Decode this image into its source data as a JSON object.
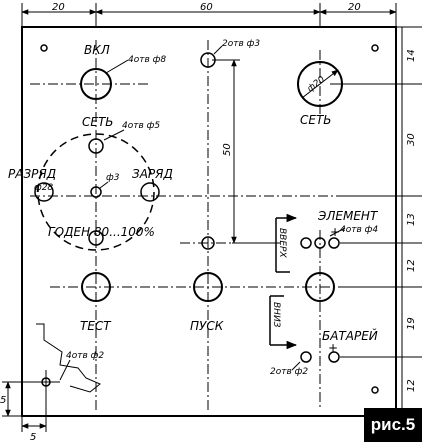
{
  "dimensions": {
    "top": [
      "20",
      "60",
      "20"
    ],
    "right": [
      "14",
      "30",
      "13",
      "12",
      "19",
      "12"
    ],
    "vertical_50": "50",
    "corner_x": "5",
    "corner_y": "5"
  },
  "labels": {
    "vkl": "ВКЛ",
    "vkl_spec": "4отв ф8",
    "set_left": "СЕТЬ",
    "set_left_spec": "4отв ф5",
    "set_right": "СЕТЬ",
    "set_right_spec": "ф20",
    "razryad": "РАЗРЯД",
    "zaryad": "ЗАРЯД",
    "phi28": "ф28",
    "phi3": "ф3",
    "goden": "ГОДЕН 80...100%",
    "top_hole_spec": "2отв ф3",
    "element": "ЭЛЕМЕНТ",
    "element_spec": "4отв ф4",
    "vverh": "ВВЕРХ",
    "vniz": "ВНИЗ",
    "test": "ТЕСТ",
    "pusk": "ПУСК",
    "batarei": "БАТАРЕЙ",
    "corner_spec": "4отв ф2",
    "bottom_spec": "2отв ф2"
  },
  "badge": "рис.5"
}
